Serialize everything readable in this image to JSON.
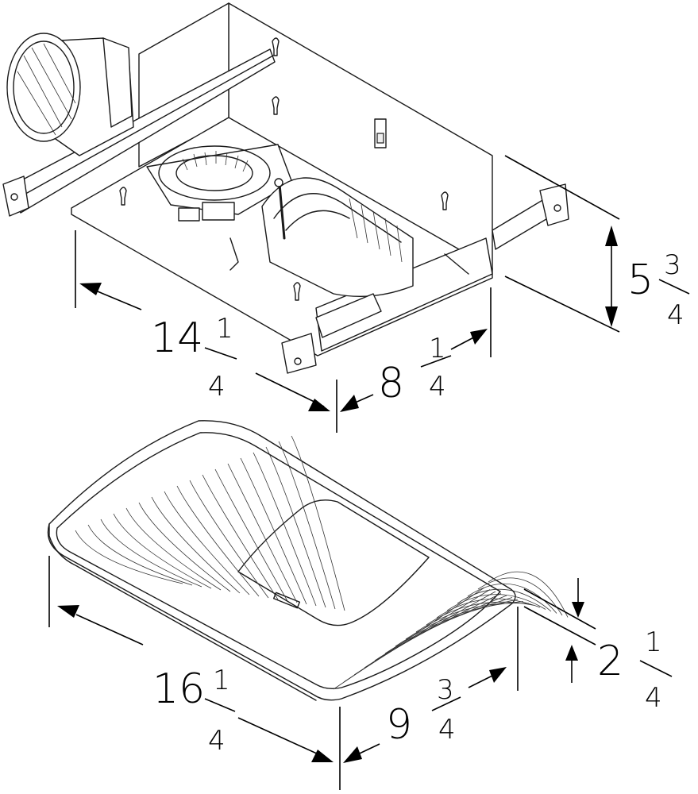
{
  "housing": {
    "length": {
      "whole": "14",
      "numerator": "1",
      "denominator": "4"
    },
    "width": {
      "whole": "8",
      "numerator": "1",
      "denominator": "4"
    },
    "height": {
      "whole": "5",
      "numerator": "3",
      "denominator": "4"
    }
  },
  "grille": {
    "length": {
      "whole": "16",
      "numerator": "1",
      "denominator": "4"
    },
    "width": {
      "whole": "9",
      "numerator": "3",
      "denominator": "4"
    },
    "depth": {
      "whole": "2",
      "numerator": "1",
      "denominator": "4"
    }
  },
  "colors": {
    "stroke": "#1a1a1a",
    "background": "#ffffff"
  }
}
